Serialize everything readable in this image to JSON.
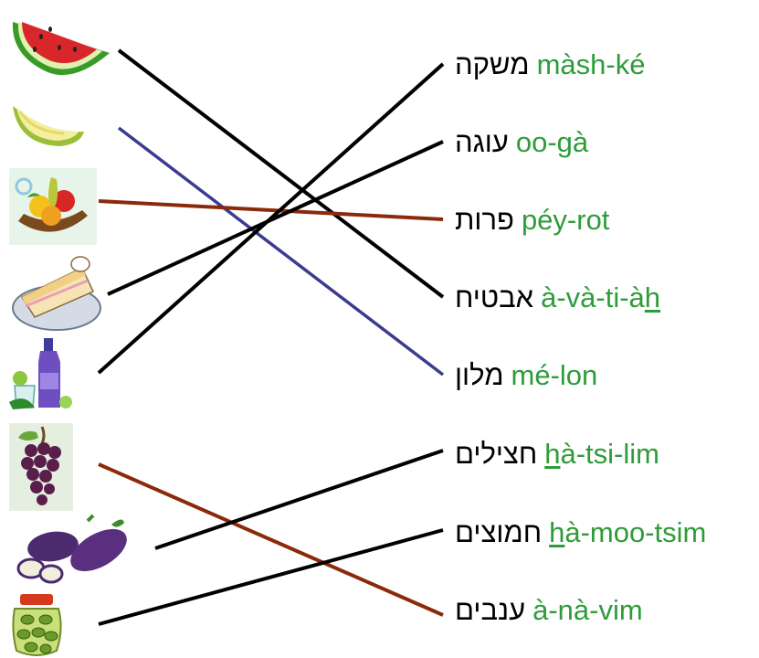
{
  "colors": {
    "transliteration": "#2e9c3a",
    "hebrew": "#000000",
    "line_black": "#000000",
    "line_blue": "#3b3b8f",
    "line_brown": "#8b2a0a"
  },
  "pictures": [
    {
      "icon": "watermelon-icon"
    },
    {
      "icon": "melon-icon"
    },
    {
      "icon": "fruit-basket-icon"
    },
    {
      "icon": "cake-icon"
    },
    {
      "icon": "drink-bottle-icon"
    },
    {
      "icon": "grapes-icon"
    },
    {
      "icon": "eggplant-icon"
    },
    {
      "icon": "olive-jar-icon"
    }
  ],
  "words": [
    {
      "hebrew": "משקה",
      "pre": "",
      "u": "",
      "post": "màsh-ké"
    },
    {
      "hebrew": "עוגה",
      "pre": "",
      "u": "",
      "post": "oo-gà"
    },
    {
      "hebrew": "פרות",
      "pre": "",
      "u": "",
      "post": "péy-rot"
    },
    {
      "hebrew": "אבטיח",
      "pre": "à-và-ti-à",
      "u": "h",
      "post": ""
    },
    {
      "hebrew": "מלון",
      "pre": "",
      "u": "",
      "post": "mé-lon"
    },
    {
      "hebrew": "חצילים",
      "pre": "",
      "u": "h",
      "post": "à-tsi-lim"
    },
    {
      "hebrew": "חמוצים",
      "pre": "",
      "u": "h",
      "post": "à-moo-tsim"
    },
    {
      "hebrew": "ענבים",
      "pre": "",
      "u": "",
      "post": "à-nà-vim"
    }
  ],
  "connections": [
    {
      "from": "watermelon",
      "to": "à-và-ti-àh",
      "color": "black"
    },
    {
      "from": "melon",
      "to": "mé-lon",
      "color": "blue"
    },
    {
      "from": "fruit-basket",
      "to": "péy-rot",
      "color": "brown"
    },
    {
      "from": "cake",
      "to": "oo-gà",
      "color": "black"
    },
    {
      "from": "drink",
      "to": "màsh-ké",
      "color": "black"
    },
    {
      "from": "grapes",
      "to": "à-nà-vim",
      "color": "brown"
    },
    {
      "from": "eggplant",
      "to": "hà-tsi-lim",
      "color": "black"
    },
    {
      "from": "olive-jar",
      "to": "hà-moo-tsim",
      "color": "black"
    }
  ]
}
